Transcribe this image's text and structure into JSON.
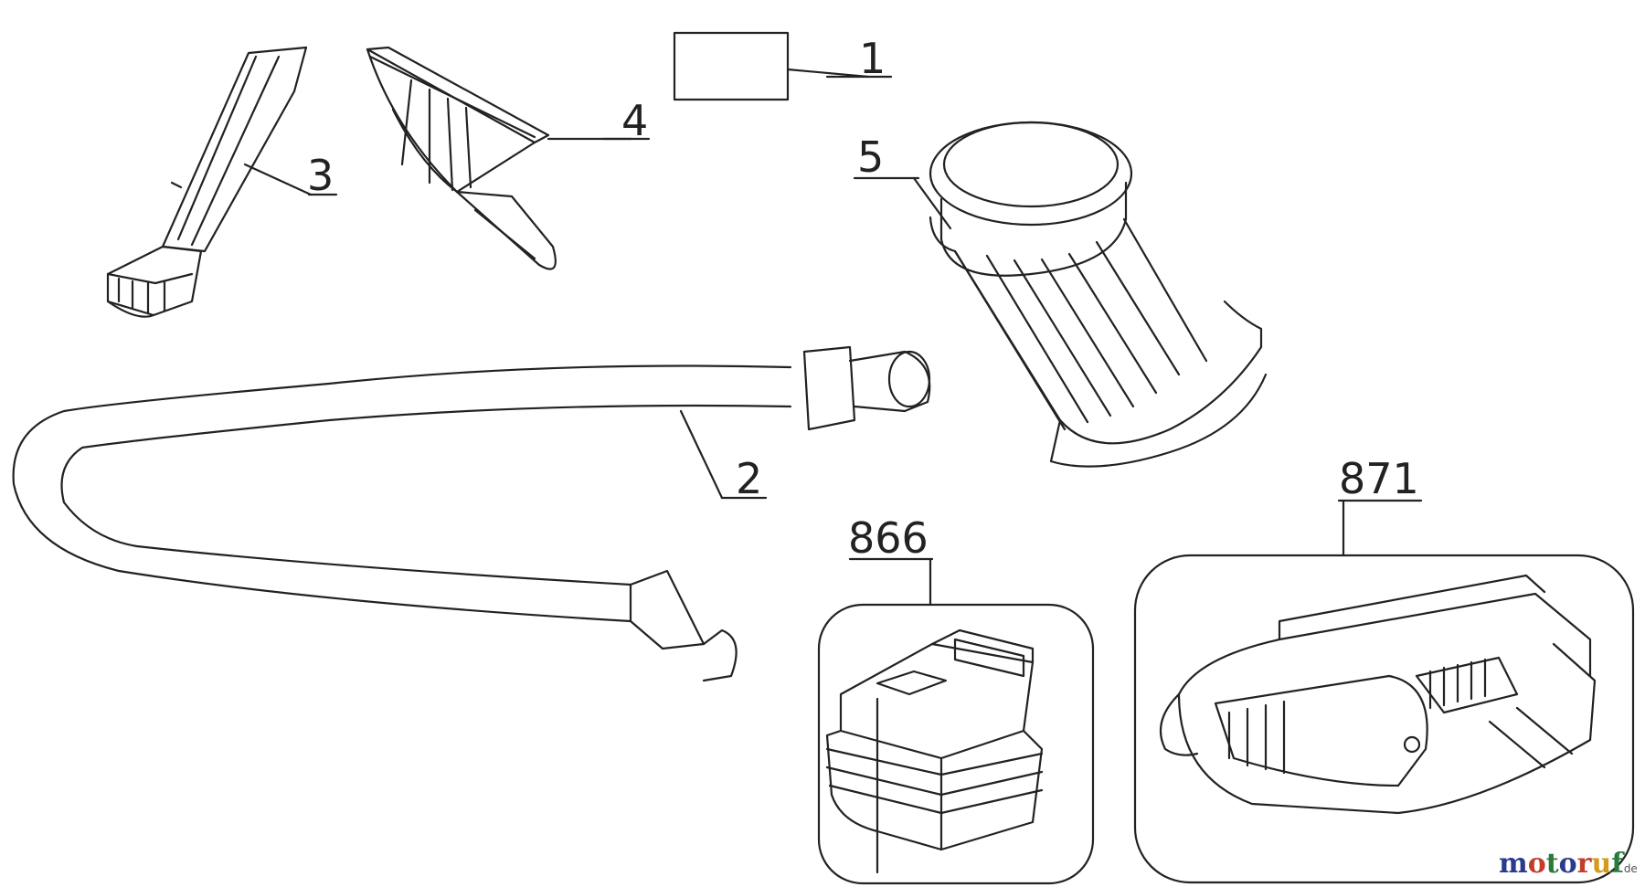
{
  "diagram": {
    "callouts": [
      {
        "id": "1",
        "label": "1"
      },
      {
        "id": "2",
        "label": "2"
      },
      {
        "id": "3",
        "label": "3"
      },
      {
        "id": "4",
        "label": "4"
      },
      {
        "id": "5",
        "label": "5"
      },
      {
        "id": "866",
        "label": "866"
      },
      {
        "id": "871",
        "label": "871"
      }
    ]
  },
  "watermark": {
    "text": "motoruf",
    "suffix": ".de",
    "colors": [
      "#2a3a8c",
      "#c43d2b",
      "#2a7a3c",
      "#2a3a8c",
      "#c43d2b",
      "#d49a1a",
      "#2a7a3c"
    ]
  },
  "colors": {
    "line": "#222222",
    "background": "#ffffff"
  }
}
